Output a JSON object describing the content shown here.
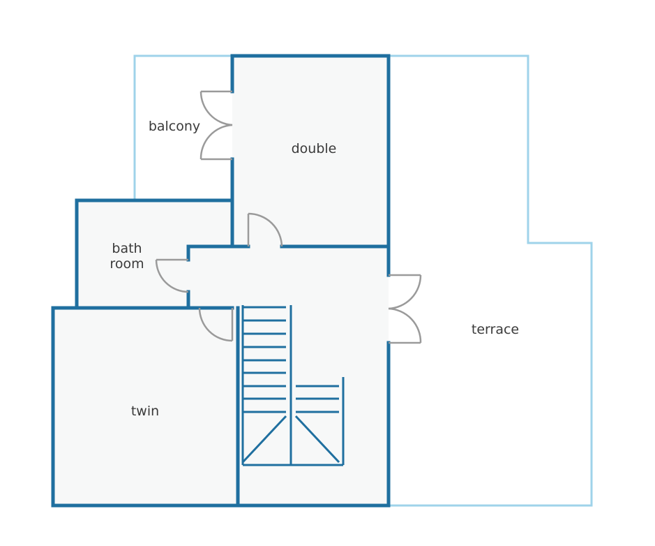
{
  "colors": {
    "wall": "#1f6f9f",
    "outdoor": "#9fd3ea",
    "floor": "#f7f8f8",
    "door": "#9a9a9a",
    "stairs": "#1f6f9f"
  },
  "rooms": {
    "balcony": "balcony",
    "double": "double",
    "bath_line1": "bath",
    "bath_line2": "room",
    "twin": "twin",
    "terrace": "terrace"
  }
}
